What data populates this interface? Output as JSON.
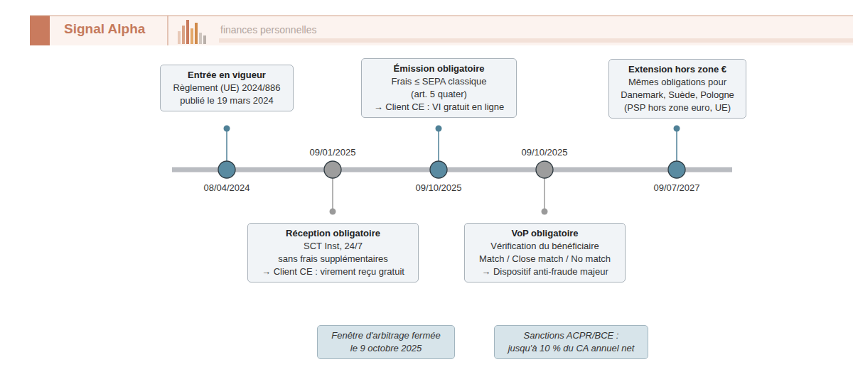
{
  "diagram": {
    "title": "Signal Alpha",
    "nodes": [
      {
        "text": [
          "Entrée en vigueur",
          "Règlement (UE) 2024/886 publié le 19 mars 2024"
        ]
      },
      {
        "text": [
          "Réception obligatoire",
          "SCT Inst, 24/7 sans frais supplémentaires → Client CE : virement reçu gratuit"
        ]
      },
      {
        "text": [
          "Émission obligatoire",
          "Frais ≤ SEPA classique (art. 5 quater) → Client CE : VI gratuit en ligne"
        ]
      },
      {
        "text": [
          "VoP obligatoire",
          "Vérification du bénéficiaire Match / Close match / No match → Dispositif anti-fraude majeur"
        ]
      },
      {
        "text": [
          "Extension hors zone €",
          "Mêmes obligations pour Danemark, Suède, Pologne (PSP hors zone euro, UE)"
        ]
      },
      {
        "text": [
          "Fenêtre d'arbitrage fermée le 9 octobre 2025"
        ]
      },
      {
        "text": [
          "Sanctions ACPR/BCE : jusqu'à 10 % du CA annuel net"
        ]
      }
    ],
    "labels": [
      "finances personnelles",
      "08/04/2024",
      "09/01/2025",
      "09/10/2025",
      "09/10/2025",
      "09/07/2027"
    ]
  }
}
